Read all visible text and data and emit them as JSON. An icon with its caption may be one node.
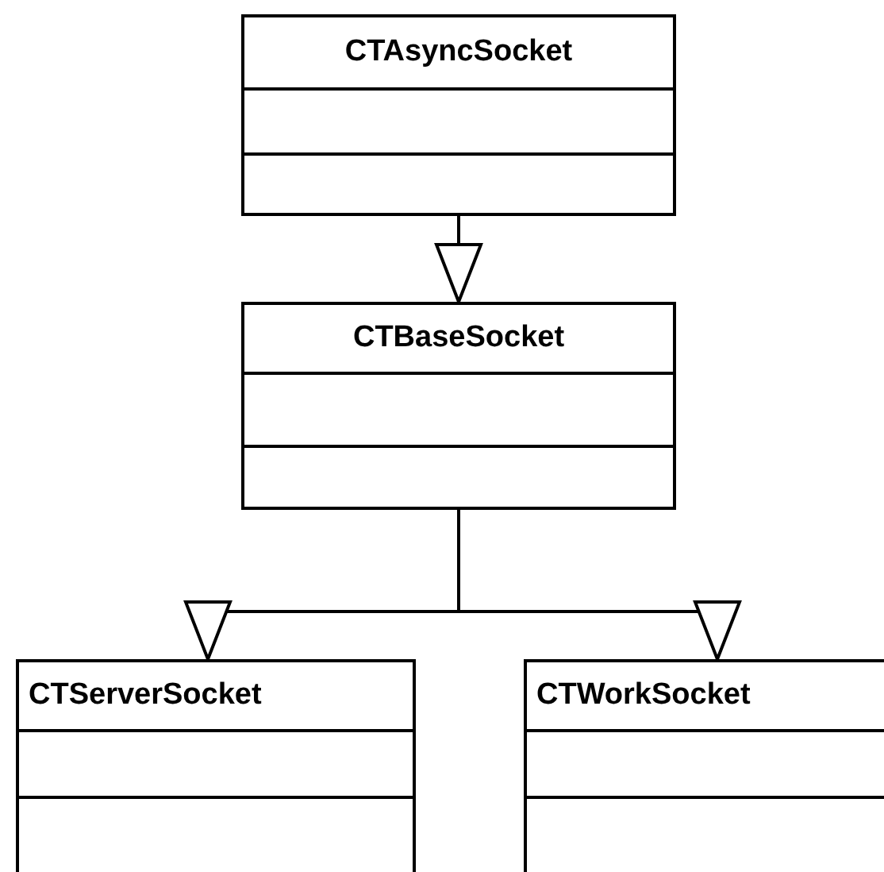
{
  "diagram": {
    "nodes": [
      {
        "text": [
          "CTAsyncSocket"
        ]
      },
      {
        "text": [
          "CTBaseSocket"
        ]
      },
      {
        "text": [
          "CTServerSocket"
        ]
      },
      {
        "text": [
          "CTWorkSocket"
        ]
      }
    ],
    "edges": [
      {
        "from": 0,
        "to": 1,
        "arrow": "to"
      },
      {
        "from": 1,
        "to": 2,
        "arrow": "to"
      },
      {
        "from": 1,
        "to": 3,
        "arrow": "to"
      }
    ]
  }
}
